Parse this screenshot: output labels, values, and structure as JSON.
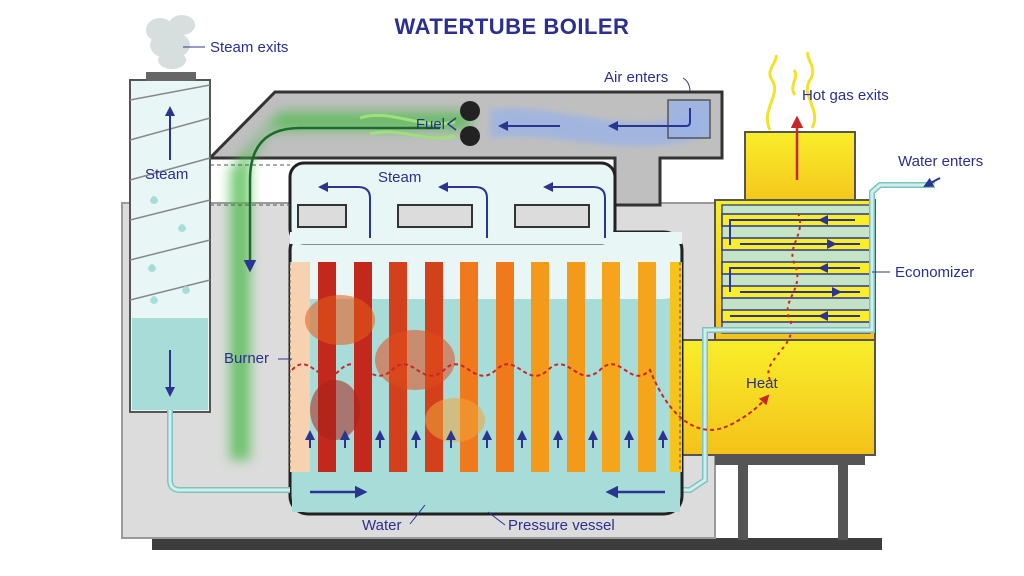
{
  "title": "WATERTUBE BOILER",
  "labels": {
    "steam_exits": "Steam exits",
    "air_enters": "Air enters",
    "hot_gas_exits": "Hot gas exits",
    "water_enters": "Water enters",
    "fuel": "Fuel",
    "steam_left": "Steam",
    "steam_top": "Steam",
    "economizer": "Economizer",
    "burner": "Burner",
    "heat": "Heat",
    "water": "Water",
    "pressure_vessel": "Pressure vessel"
  },
  "colors": {
    "label_text": "#2b2f8f",
    "arrow_blue": "#2b3590",
    "heat_arrow": "#c62828",
    "water": "#a8dcd9",
    "steam_fill": "#e9f6f6",
    "casing": "#d9d9d9",
    "casing_dark": "#595959",
    "flame_green": "#49b947",
    "air_blue": "#9bb3e6",
    "hot_gas_yellow": "#f6e61c"
  }
}
